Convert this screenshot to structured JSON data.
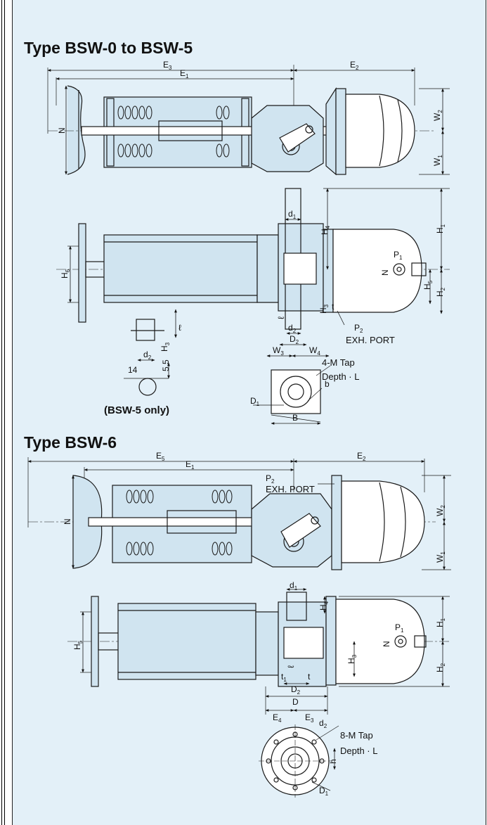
{
  "headings": {
    "top": "Type BSW-0 to BSW-5",
    "bottom": "Type BSW-6"
  },
  "top_labels": {
    "E": "E",
    "sub3": "3",
    "sub1": "1",
    "sub2": "2",
    "W": "W",
    "H": "H",
    "N": "N",
    "d": "d",
    "D": "D",
    "t": "t",
    "ell": "ℓ",
    "P": "P",
    "b": "b",
    "B": "B",
    "exh_port": "EXH. PORT",
    "tap": "4-M Tap",
    "depth": "Depth · L",
    "n14": "14",
    "n55": "5.5",
    "bsw5_only": "(BSW-5 only)"
  },
  "bottom_labels": {
    "E": "E",
    "sub5": "5",
    "sub1": "1",
    "sub2": "2",
    "sub3": "3",
    "sub4": "4",
    "tap": "8-M Tap",
    "depth": "Depth · L",
    "exh_port": "EXH. PORT",
    "h": "h"
  },
  "colors": {
    "panel": "#e3f0f8",
    "line": "#1a1a1a",
    "body_fill": "#d0e4f0"
  }
}
